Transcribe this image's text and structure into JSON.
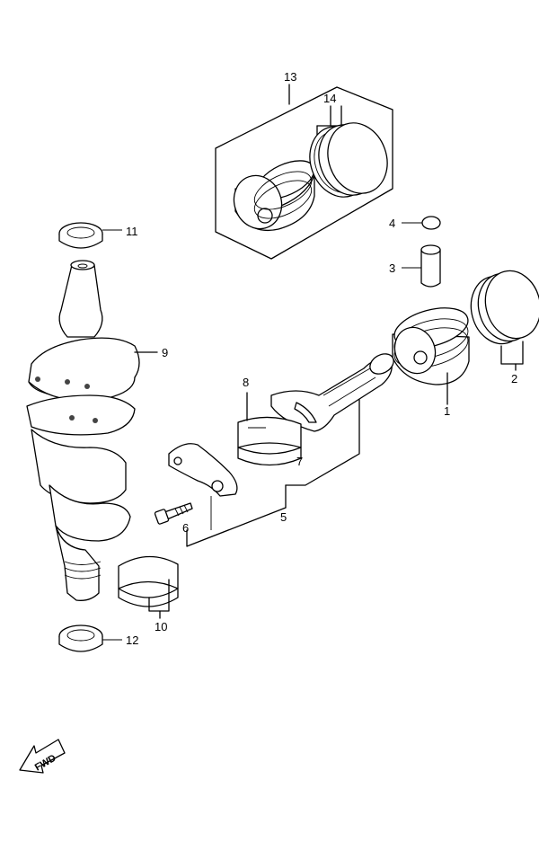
{
  "diagram": {
    "callouts": [
      {
        "id": "1",
        "label": "1"
      },
      {
        "id": "2",
        "label": "2"
      },
      {
        "id": "3",
        "label": "3"
      },
      {
        "id": "4",
        "label": "4"
      },
      {
        "id": "5",
        "label": "5"
      },
      {
        "id": "6",
        "label": "6"
      },
      {
        "id": "7",
        "label": "7"
      },
      {
        "id": "8",
        "label": "8"
      },
      {
        "id": "9",
        "label": "9"
      },
      {
        "id": "10",
        "label": "10"
      },
      {
        "id": "11",
        "label": "11"
      },
      {
        "id": "12",
        "label": "12"
      },
      {
        "id": "13",
        "label": "13"
      },
      {
        "id": "14",
        "label": "14"
      }
    ],
    "direction_arrow": {
      "label": "FWD",
      "icon": "forward-arrow-icon"
    }
  }
}
